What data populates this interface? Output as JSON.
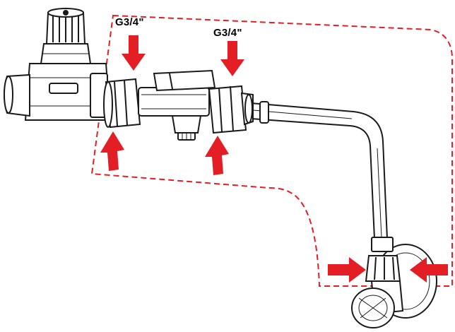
{
  "labels": {
    "thread_size_left": "G3/4\"",
    "thread_size_right": "G3/4\""
  },
  "colors": {
    "accent_red": "#e31e24",
    "line": "#1a1a1a",
    "fill": "#ffffff",
    "label_text": "#000000"
  },
  "icons": {
    "indicator": "red-arrow-icon",
    "boundary": "dashed-red-outline"
  }
}
